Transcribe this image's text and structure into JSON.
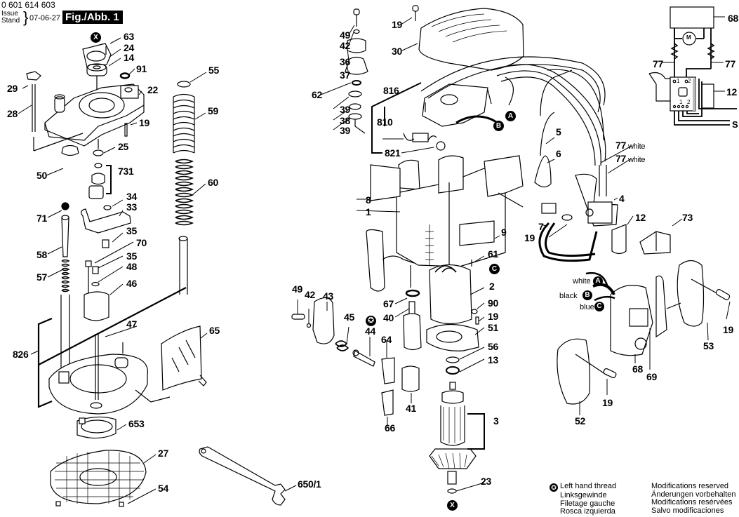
{
  "header": {
    "part_number": "0 601 614 603",
    "issue_label_1": "Issue",
    "issue_label_2": "Stand",
    "issue_date": "07-06-27",
    "figure_title": "Fig./Abb. 1"
  },
  "markers": {
    "x_marker": "X",
    "a_marker": "A",
    "b_marker": "B",
    "c_marker": "C",
    "star_marker": "✪"
  },
  "callouts": [
    {
      "id": "63",
      "label": "63"
    },
    {
      "id": "24",
      "label": "24"
    },
    {
      "id": "14",
      "label": "14"
    },
    {
      "id": "91",
      "label": "91"
    },
    {
      "id": "29",
      "label": "29"
    },
    {
      "id": "22",
      "label": "22"
    },
    {
      "id": "28",
      "label": "28"
    },
    {
      "id": "19a",
      "label": "19"
    },
    {
      "id": "25",
      "label": "25"
    },
    {
      "id": "50",
      "label": "50"
    },
    {
      "id": "731",
      "label": "731"
    },
    {
      "id": "34",
      "label": "34"
    },
    {
      "id": "33",
      "label": "33"
    },
    {
      "id": "71",
      "label": "71"
    },
    {
      "id": "35a",
      "label": "35"
    },
    {
      "id": "58",
      "label": "58"
    },
    {
      "id": "70",
      "label": "70"
    },
    {
      "id": "35b",
      "label": "35"
    },
    {
      "id": "48",
      "label": "48"
    },
    {
      "id": "57",
      "label": "57"
    },
    {
      "id": "46",
      "label": "46"
    },
    {
      "id": "47",
      "label": "47"
    },
    {
      "id": "826",
      "label": "826"
    },
    {
      "id": "65",
      "label": "65"
    },
    {
      "id": "653",
      "label": "653"
    },
    {
      "id": "27",
      "label": "27"
    },
    {
      "id": "54",
      "label": "54"
    },
    {
      "id": "55",
      "label": "55"
    },
    {
      "id": "59",
      "label": "59"
    },
    {
      "id": "60",
      "label": "60"
    },
    {
      "id": "650_1",
      "label": "650/1"
    },
    {
      "id": "49a",
      "label": "49"
    },
    {
      "id": "42a",
      "label": "42"
    },
    {
      "id": "36",
      "label": "36"
    },
    {
      "id": "37",
      "label": "37"
    },
    {
      "id": "62",
      "label": "62"
    },
    {
      "id": "39a",
      "label": "39"
    },
    {
      "id": "38",
      "label": "38"
    },
    {
      "id": "39b",
      "label": "39"
    },
    {
      "id": "19b",
      "label": "19"
    },
    {
      "id": "30",
      "label": "30"
    },
    {
      "id": "816",
      "label": "816"
    },
    {
      "id": "810",
      "label": "810"
    },
    {
      "id": "821",
      "label": "821"
    },
    {
      "id": "8",
      "label": "8"
    },
    {
      "id": "1",
      "label": "1"
    },
    {
      "id": "9",
      "label": "9"
    },
    {
      "id": "61",
      "label": "61"
    },
    {
      "id": "2",
      "label": "2"
    },
    {
      "id": "67",
      "label": "67"
    },
    {
      "id": "40",
      "label": "40"
    },
    {
      "id": "90",
      "label": "90"
    },
    {
      "id": "19c",
      "label": "19"
    },
    {
      "id": "51",
      "label": "51"
    },
    {
      "id": "56",
      "label": "56"
    },
    {
      "id": "13",
      "label": "13"
    },
    {
      "id": "3",
      "label": "3"
    },
    {
      "id": "23",
      "label": "23"
    },
    {
      "id": "49b",
      "label": "49"
    },
    {
      "id": "42b",
      "label": "42"
    },
    {
      "id": "43",
      "label": "43"
    },
    {
      "id": "45",
      "label": "45"
    },
    {
      "id": "44",
      "label": "44"
    },
    {
      "id": "64",
      "label": "64"
    },
    {
      "id": "41",
      "label": "41"
    },
    {
      "id": "66",
      "label": "66"
    },
    {
      "id": "5",
      "label": "5"
    },
    {
      "id": "6",
      "label": "6"
    },
    {
      "id": "77a",
      "label": "77",
      "sub": "white"
    },
    {
      "id": "77b",
      "label": "77",
      "sub": "white"
    },
    {
      "id": "4",
      "label": "4"
    },
    {
      "id": "7",
      "label": "7"
    },
    {
      "id": "19d",
      "label": "19"
    },
    {
      "id": "12a",
      "label": "12"
    },
    {
      "id": "73",
      "label": "73"
    },
    {
      "id": "68a",
      "label": "68"
    },
    {
      "id": "77c",
      "label": "77"
    },
    {
      "id": "77d",
      "label": "77"
    },
    {
      "id": "12b",
      "label": "12"
    },
    {
      "id": "19e",
      "label": "19"
    },
    {
      "id": "53",
      "label": "53"
    },
    {
      "id": "68b",
      "label": "68"
    },
    {
      "id": "69",
      "label": "69"
    },
    {
      "id": "19f",
      "label": "19"
    },
    {
      "id": "52",
      "label": "52"
    }
  ],
  "wires": {
    "white": "white",
    "black": "black",
    "blue": "blue"
  },
  "schematic": {
    "motor_symbol": "M",
    "terminal_1": "1",
    "terminal_2": "2"
  },
  "legend": {
    "thread_en": "Left hand thread",
    "thread_de": "Linksgewinde",
    "thread_fr": "Filetage gauche",
    "thread_es": "Rosca izquierda",
    "mod_en": "Modifications reserved",
    "mod_de": "Änderungen vorbehalten",
    "mod_fr": "Modifications resérvées",
    "mod_es": "Salvo modificaciones"
  }
}
